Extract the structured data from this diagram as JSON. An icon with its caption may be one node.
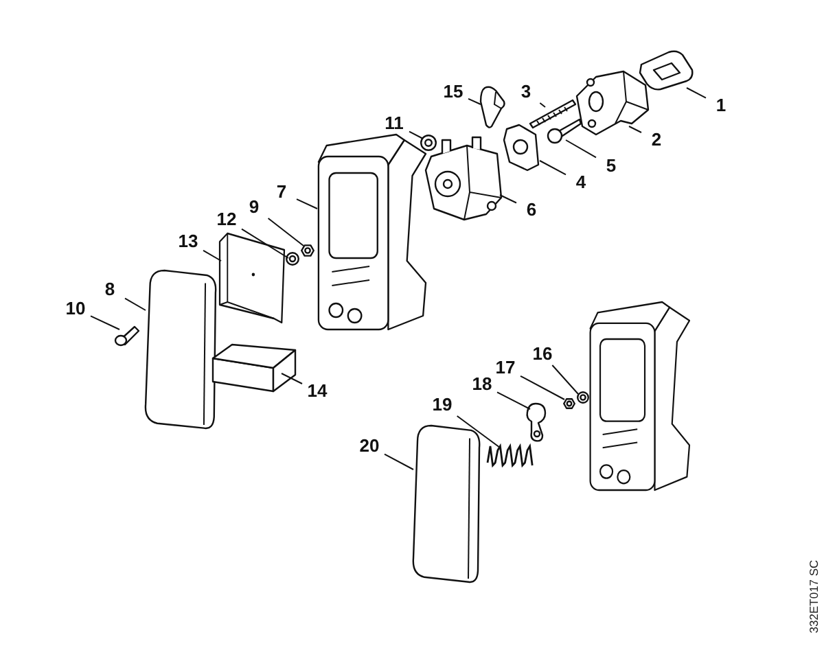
{
  "diagram": {
    "nodes": [
      {
        "text": [
          "1"
        ]
      },
      {
        "text": [
          "2"
        ]
      },
      {
        "text": [
          "3"
        ]
      },
      {
        "text": [
          "4"
        ]
      },
      {
        "text": [
          "5"
        ]
      },
      {
        "text": [
          "6"
        ]
      },
      {
        "text": [
          "7"
        ]
      },
      {
        "text": [
          "8"
        ]
      },
      {
        "text": [
          "9"
        ]
      },
      {
        "text": [
          "10"
        ]
      },
      {
        "text": [
          "11"
        ]
      },
      {
        "text": [
          "12"
        ]
      },
      {
        "text": [
          "13"
        ]
      },
      {
        "text": [
          "14"
        ]
      },
      {
        "text": [
          "15"
        ]
      },
      {
        "text": [
          "16"
        ]
      },
      {
        "text": [
          "17"
        ]
      },
      {
        "text": [
          "18"
        ]
      },
      {
        "text": [
          "19"
        ]
      },
      {
        "text": [
          "20"
        ]
      },
      {
        "text": [],
        "shape": "picture"
      },
      {
        "text": [],
        "shape": "picture"
      },
      {
        "text": [],
        "shape": "picture"
      },
      {
        "text": [],
        "shape": "picture"
      },
      {
        "text": [],
        "shape": "picture"
      },
      {
        "text": [],
        "shape": "picture"
      },
      {
        "text": [],
        "shape": "picture"
      },
      {
        "text": [],
        "shape": "picture"
      },
      {
        "text": [],
        "shape": "picture"
      },
      {
        "text": [],
        "shape": "picture"
      },
      {
        "text": [],
        "shape": "picture"
      },
      {
        "text": [],
        "shape": "circle"
      },
      {
        "text": [],
        "shape": "picture"
      },
      {
        "text": [],
        "shape": "box"
      },
      {
        "text": [],
        "shape": "picture"
      },
      {
        "text": [],
        "shape": "picture"
      },
      {
        "text": [],
        "shape": "picture"
      },
      {
        "text": [],
        "shape": "picture"
      },
      {
        "text": [],
        "shape": "picture"
      },
      {
        "text": [],
        "shape": "picture"
      }
    ],
    "edges": [
      {
        "from": 0,
        "to": 20,
        "arrow": "none"
      },
      {
        "from": 1,
        "to": 21,
        "arrow": "none"
      },
      {
        "from": 2,
        "to": 22,
        "arrow": "none"
      },
      {
        "from": 3,
        "to": 23,
        "arrow": "none"
      },
      {
        "from": 4,
        "to": 24,
        "arrow": "none"
      },
      {
        "from": 5,
        "to": 25,
        "arrow": "none"
      },
      {
        "from": 6,
        "to": 26,
        "arrow": "none"
      },
      {
        "from": 7,
        "to": 27,
        "arrow": "none"
      },
      {
        "from": 8,
        "to": 28,
        "arrow": "none"
      },
      {
        "from": 9,
        "to": 29,
        "arrow": "none"
      },
      {
        "from": 10,
        "to": 30,
        "arrow": "none"
      },
      {
        "from": 11,
        "to": 31,
        "arrow": "none"
      },
      {
        "from": 12,
        "to": 32,
        "arrow": "none"
      },
      {
        "from": 13,
        "to": 33,
        "arrow": "none"
      },
      {
        "from": 14,
        "to": 34,
        "arrow": "none"
      },
      {
        "from": 15,
        "to": 35,
        "arrow": "none"
      },
      {
        "from": 16,
        "to": 36,
        "arrow": "none"
      },
      {
        "from": 17,
        "to": 37,
        "arrow": "none"
      },
      {
        "from": 18,
        "to": 38,
        "arrow": "none"
      },
      {
        "from": 19,
        "to": 39,
        "arrow": "none"
      }
    ],
    "labels": [
      "332ET017 SC"
    ]
  }
}
